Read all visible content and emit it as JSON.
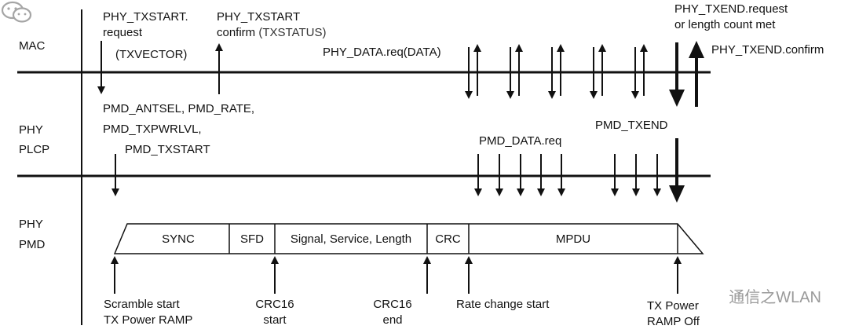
{
  "layers": {
    "mac": "MAC",
    "phy_plcp_line1": "PHY",
    "phy_plcp_line2": "PLCP",
    "phy_pmd_line1": "PHY",
    "phy_pmd_line2": "PMD"
  },
  "mac_labels": {
    "txstart_request_line1": "PHY_TXSTART.",
    "txstart_request_line2": "request",
    "txvector": "(TXVECTOR)",
    "txstart_confirm_line1": "PHY_TXSTART",
    "txstart_confirm_line2": "confirm",
    "txstatus": "(TXSTATUS)",
    "data_req": "PHY_DATA.req(DATA)",
    "txend_request_line1": "PHY_TXEND.request",
    "txend_request_line2": "or length count met",
    "txend_confirm": "PHY_TXEND.confirm"
  },
  "plcp_labels": {
    "line1": "PMD_ANTSEL,  PMD_RATE,",
    "line2": "PMD_TXPWRLVL,",
    "line3": "PMD_TXSTART",
    "pmd_data_req": "PMD_DATA.req",
    "pmd_txend": "PMD_TXEND"
  },
  "frame": {
    "fields": [
      "SYNC",
      "SFD",
      "Signal, Service, Length",
      "CRC",
      "MPDU"
    ]
  },
  "events": {
    "scramble_line1": "Scramble start",
    "scramble_line2": "TX Power RAMP",
    "crc16_start_line1": "CRC16",
    "crc16_start_line2": "start",
    "crc16_end_line1": "CRC16",
    "crc16_end_line2": "end",
    "rate_change": "Rate change start",
    "tx_power_off_line1": "TX Power",
    "tx_power_off_line2": "RAMP Off"
  },
  "watermark": {
    "text": "通信之WLAN",
    "icon": "wechat-icon"
  },
  "colors": {
    "line": "#111111",
    "watermark": "#9a9a9a"
  }
}
